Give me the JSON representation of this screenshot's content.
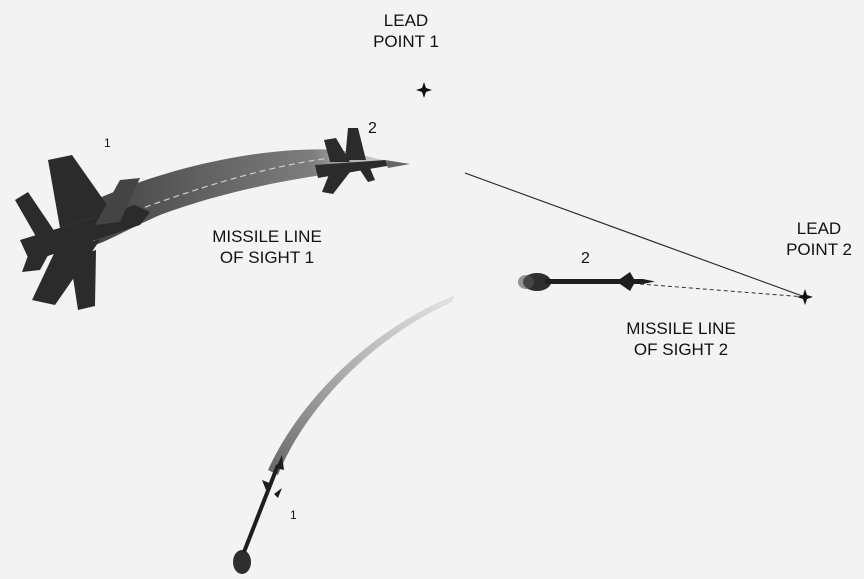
{
  "labels": {
    "lead_point_1": [
      "LEAD",
      "POINT 1"
    ],
    "lead_point_2": [
      "LEAD",
      "POINT 2"
    ],
    "missile_los_1": [
      "MISSILE LINE",
      "OF SIGHT 1"
    ],
    "missile_los_2": [
      "MISSILE LINE",
      "OF SIGHT 2"
    ],
    "aircraft_position_2": "2",
    "aircraft_position_1": "1",
    "missile_position_2": "2",
    "missile_position_1": "1"
  },
  "colors": {
    "background": "#f3f3f3",
    "ink": "#111111",
    "aircraft": "#2b2b2b",
    "trail": "#6a6a6a"
  },
  "icons": [
    "fighter-jet-icon",
    "missile-icon",
    "lead-point-star-icon"
  ]
}
